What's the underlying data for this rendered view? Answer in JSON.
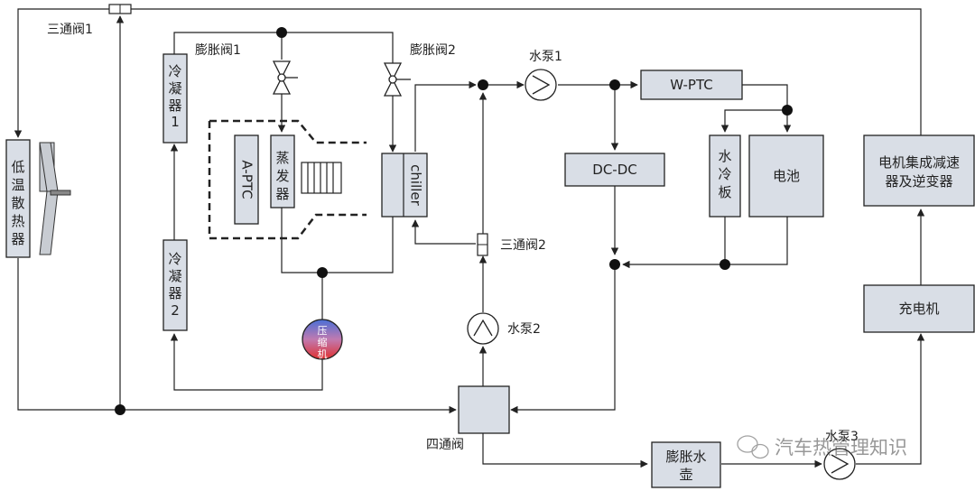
{
  "components": {
    "three_way_valve_1": "三通阀1",
    "three_way_valve_2": "三通阀2",
    "expansion_valve_1": "膨胀阀1",
    "expansion_valve_2": "膨胀阀2",
    "water_pump_1": "水泵1",
    "water_pump_2": "水泵2",
    "water_pump_3": "水泵3",
    "low_temp_radiator": [
      "低",
      "温",
      "散",
      "热",
      "器"
    ],
    "condenser_1": [
      "冷",
      "凝",
      "器",
      "1"
    ],
    "condenser_2": [
      "冷",
      "凝",
      "器",
      "2"
    ],
    "a_ptc": "A-PTC",
    "evaporator": [
      "蒸",
      "发",
      "器"
    ],
    "chiller": "chiller",
    "compressor": [
      "压",
      "缩",
      "机"
    ],
    "w_ptc": "W-PTC",
    "dc_dc": "DC-DC",
    "water_cold_plate": [
      "水",
      "冷",
      "板"
    ],
    "battery": "电池",
    "motor_reducer_inverter": [
      "电机集成减速",
      "器及逆变器"
    ],
    "charger": "充电机",
    "four_way_valve": "四通阀",
    "expansion_tank": [
      "膨胀水",
      "壶"
    ]
  },
  "watermark": "汽车热管理知识",
  "colors": {
    "line": "#222222",
    "box_fill": "#d9dee6",
    "box_stroke": "#222222",
    "compressor_top": "#4a6fd6",
    "compressor_bottom": "#e03030"
  }
}
